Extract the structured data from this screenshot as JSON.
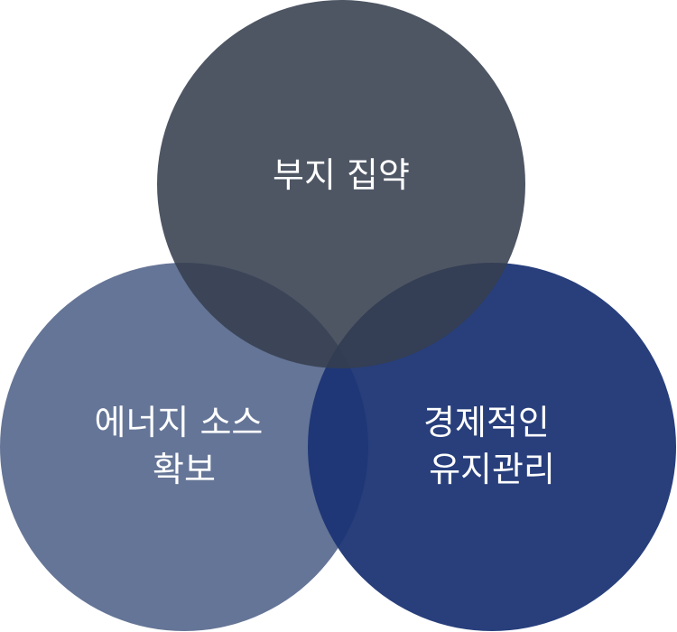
{
  "diagram": {
    "type": "venn",
    "circles": [
      {
        "id": "top",
        "lines": [
          "부지 집약"
        ],
        "color": "#353F4F",
        "opacity": 0.88
      },
      {
        "id": "left",
        "lines": [
          "에너지 소스",
          "확보"
        ],
        "color": "#4A5D85",
        "opacity": 0.85
      },
      {
        "id": "right",
        "lines": [
          "경제적인",
          "유지관리"
        ],
        "color": "#1B3374",
        "opacity": 0.94
      }
    ]
  }
}
